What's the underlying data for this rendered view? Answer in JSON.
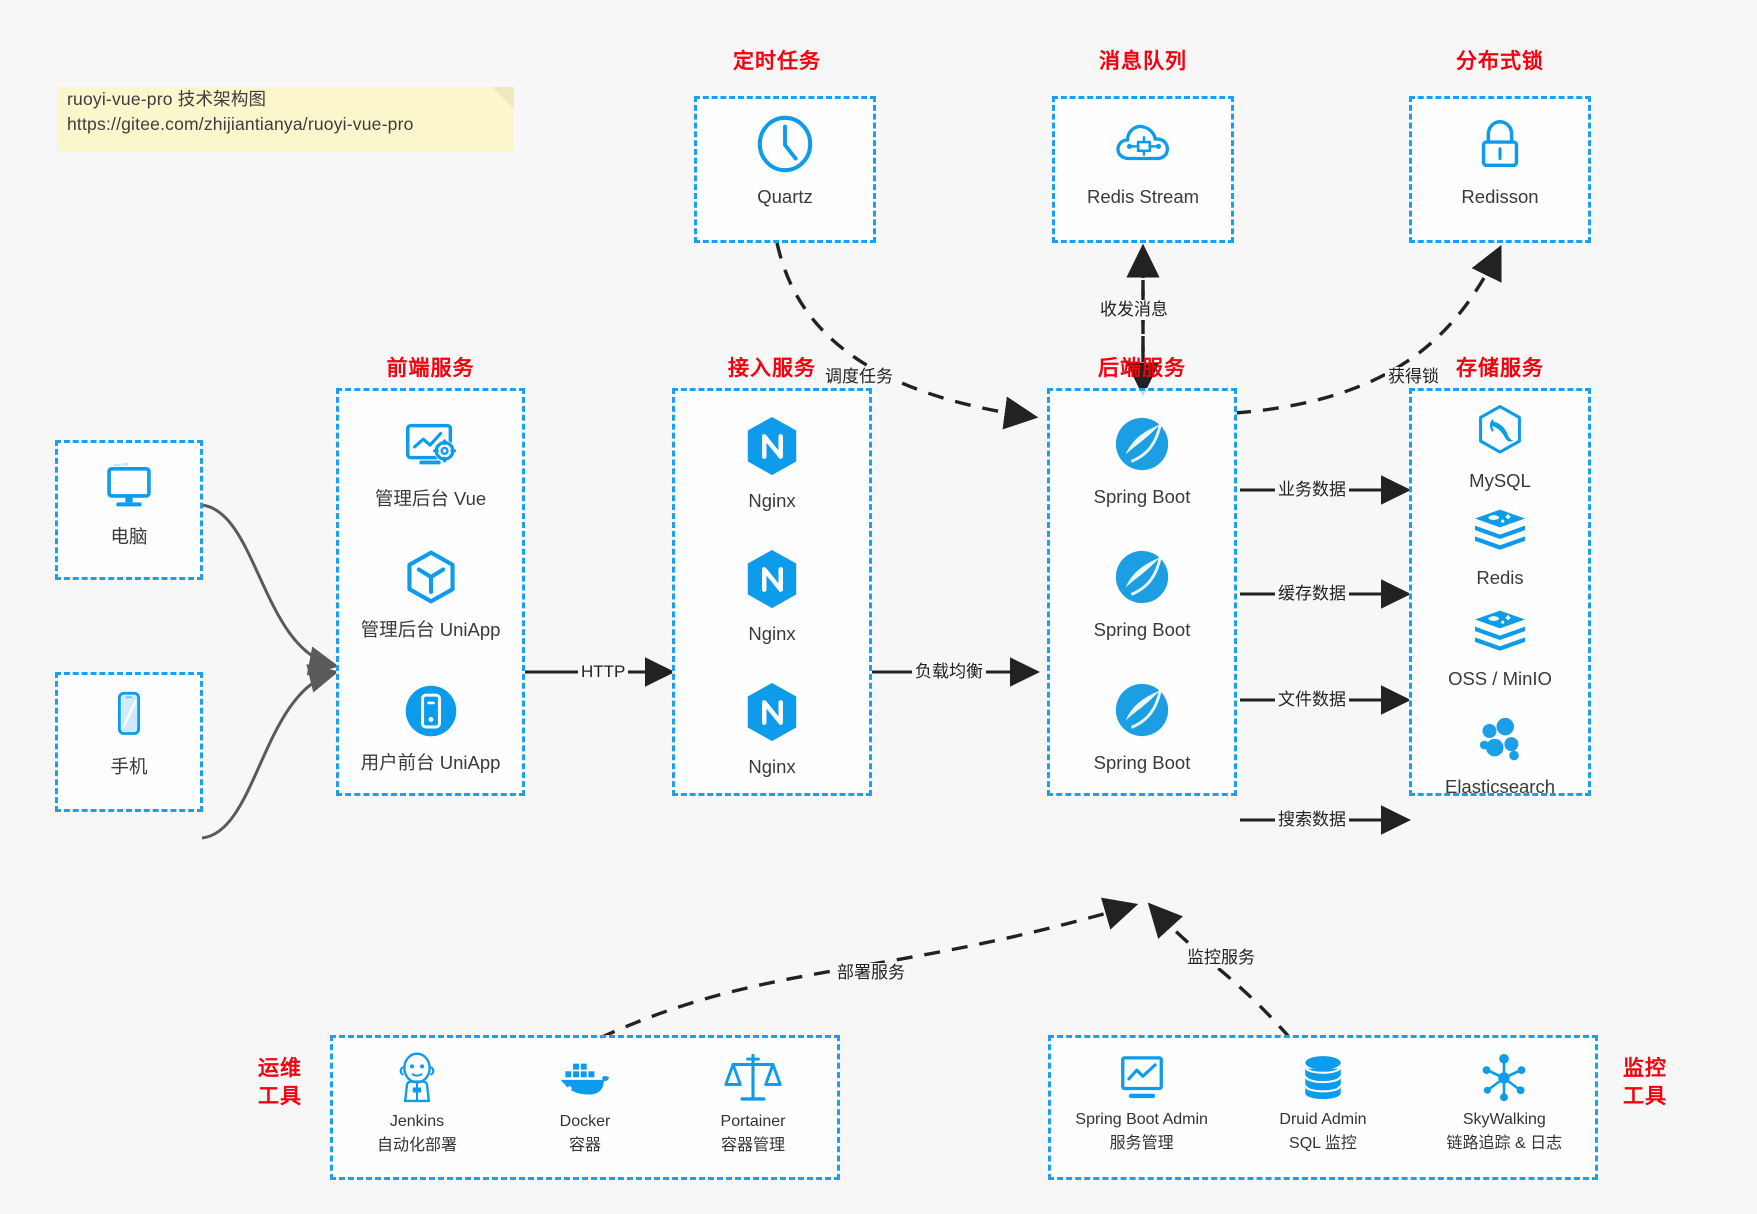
{
  "note": {
    "line1": "ruoyi-vue-pro 技术架构图",
    "line2": "https://gitee.com/zhijiantianya/ruoyi-vue-pro"
  },
  "colors": {
    "accent_blue": "#19a0f0",
    "icon_blue": "#0d9bec",
    "title_red": "#f5000f",
    "edge_black": "#222222",
    "curve_gray": "#5a5a5a",
    "note_yellow": "#fcf6cd",
    "canvas": "#f7f7f7"
  },
  "groups": {
    "scheduled_task": {
      "title": "定时任务",
      "nodes": [
        {
          "label": "Quartz",
          "icon": "clock-icon"
        }
      ]
    },
    "message_queue": {
      "title": "消息队列",
      "nodes": [
        {
          "label": "Redis Stream",
          "icon": "cloud-stream-icon"
        }
      ]
    },
    "distributed_lock": {
      "title": "分布式锁",
      "nodes": [
        {
          "label": "Redisson",
          "icon": "lock-icon"
        }
      ]
    },
    "clients": {
      "nodes": [
        {
          "label": "电脑",
          "icon": "desktop-monitor-icon"
        },
        {
          "label": "手机",
          "icon": "mobile-phone-icon"
        }
      ]
    },
    "frontend": {
      "title": "前端服务",
      "nodes": [
        {
          "label": "管理后台 Vue",
          "icon": "dashboard-gear-icon"
        },
        {
          "label": "管理后台 UniApp",
          "icon": "uniapp-cube-icon"
        },
        {
          "label": "用户前台 UniApp",
          "icon": "app-circle-icon"
        }
      ]
    },
    "gateway": {
      "title": "接入服务",
      "nodes": [
        {
          "label": "Nginx",
          "icon": "nginx-icon"
        },
        {
          "label": "Nginx",
          "icon": "nginx-icon"
        },
        {
          "label": "Nginx",
          "icon": "nginx-icon"
        }
      ]
    },
    "backend": {
      "title": "后端服务",
      "nodes": [
        {
          "label": "Spring Boot",
          "icon": "spring-boot-icon"
        },
        {
          "label": "Spring Boot",
          "icon": "spring-boot-icon"
        },
        {
          "label": "Spring Boot",
          "icon": "spring-boot-icon"
        }
      ]
    },
    "storage": {
      "title": "存储服务",
      "nodes": [
        {
          "label": "MySQL",
          "icon": "mysql-dolphin-icon"
        },
        {
          "label": "Redis",
          "icon": "redis-stack-icon"
        },
        {
          "label": "OSS / MinIO",
          "icon": "redis-stack-icon"
        },
        {
          "label": "Elasticsearch",
          "icon": "elasticsearch-icon"
        }
      ]
    },
    "devops": {
      "title_line1": "运维",
      "title_line2": "工具",
      "nodes": [
        {
          "label": "Jenkins",
          "sublabel": "自动化部署",
          "icon": "jenkins-butler-icon"
        },
        {
          "label": "Docker",
          "sublabel": "容器",
          "icon": "docker-whale-icon"
        },
        {
          "label": "Portainer",
          "sublabel": "容器管理",
          "icon": "portainer-scale-icon"
        }
      ]
    },
    "monitoring": {
      "title_line1": "监控",
      "title_line2": "工具",
      "nodes": [
        {
          "label": "Spring Boot Admin",
          "sublabel": "服务管理",
          "icon": "monitor-chart-icon"
        },
        {
          "label": "Druid Admin",
          "sublabel": "SQL 监控",
          "icon": "database-cylinder-icon"
        },
        {
          "label": "SkyWalking",
          "sublabel": "链路追踪 & 日志",
          "icon": "skywalking-nodes-icon"
        }
      ]
    }
  },
  "edges": [
    {
      "id": "http",
      "label": "HTTP"
    },
    {
      "id": "load-balance",
      "label": "负载均衡"
    },
    {
      "id": "schedule-task",
      "label": "调度任务"
    },
    {
      "id": "send-receive-msg",
      "label": "收发消息"
    },
    {
      "id": "acquire-lock",
      "label": "获得锁"
    },
    {
      "id": "business-data",
      "label": "业务数据"
    },
    {
      "id": "cache-data",
      "label": "缓存数据"
    },
    {
      "id": "file-data",
      "label": "文件数据"
    },
    {
      "id": "search-data",
      "label": "搜索数据"
    },
    {
      "id": "deploy-service",
      "label": "部署服务"
    },
    {
      "id": "monitor-service",
      "label": "监控服务"
    }
  ]
}
